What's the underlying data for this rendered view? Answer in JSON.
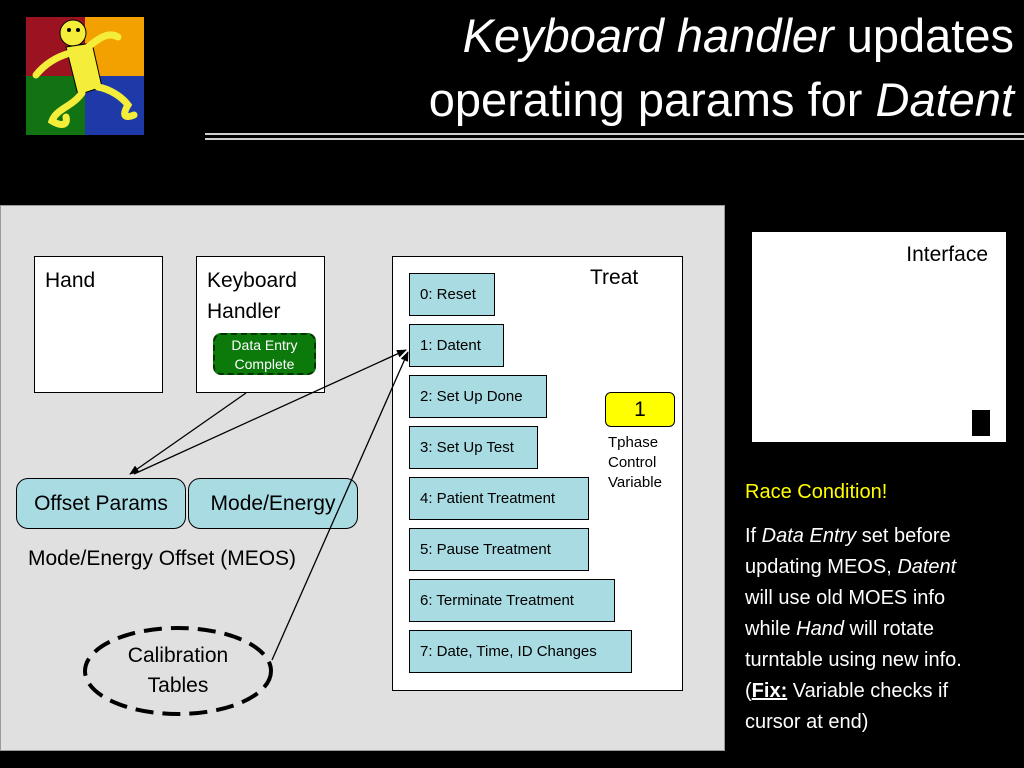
{
  "slide": {
    "title": {
      "line1_italic": "Keyboard handler",
      "line1_rest": " updates",
      "line2_start": "operating params for ",
      "line2_italic": "Datent"
    },
    "colors": {
      "background": "#000000",
      "panel": "#e0e0e0",
      "state_fill": "#a9dbe3",
      "flag_fill": "#0b7a0b",
      "tphase_fill": "#ffff00",
      "race_text": "#ffff00"
    }
  },
  "logo": {
    "icon": "stick-figure-logo-icon"
  },
  "diagram": {
    "tasks": {
      "hand": "Hand",
      "keyboard_line1": "Keyboard",
      "keyboard_line2": "Handler",
      "treat": "Treat"
    },
    "data_entry_flag": {
      "line1": "Data Entry",
      "line2": "Complete"
    },
    "meos": {
      "offset_params": "Offset Params",
      "mode_energy": "Mode/Energy",
      "caption": "Mode/Energy Offset (MEOS)"
    },
    "calibration": {
      "line1": "Calibration",
      "line2": "Tables"
    },
    "treat_states": [
      "0: Reset",
      "1: Datent",
      "2: Set Up Done",
      "3: Set Up Test",
      "4: Patient Treatment",
      "5: Pause Treatment",
      "6: Terminate Treatment",
      "7: Date, Time, ID Changes"
    ],
    "tphase": {
      "value": "1",
      "caption_line1": "Tphase",
      "caption_line2": "Control",
      "caption_line3": "Variable"
    },
    "interface": {
      "label": "Interface"
    }
  },
  "notes": {
    "race": "Race Condition!",
    "line1_prefix": "If ",
    "line1_italic": "Data Entry",
    "line1_rest": " set before",
    "line2_prefix": "updating MEOS, ",
    "line2_italic": "Datent",
    "line3": "will use old MOES info",
    "line4_prefix": "while ",
    "line4_italic": "Hand",
    "line4_rest": " will rotate",
    "line5": "turntable using new info.",
    "line6_open": "(",
    "line6_fix": "Fix:",
    "line6_rest": " Variable checks if",
    "line7": "cursor at end)"
  }
}
